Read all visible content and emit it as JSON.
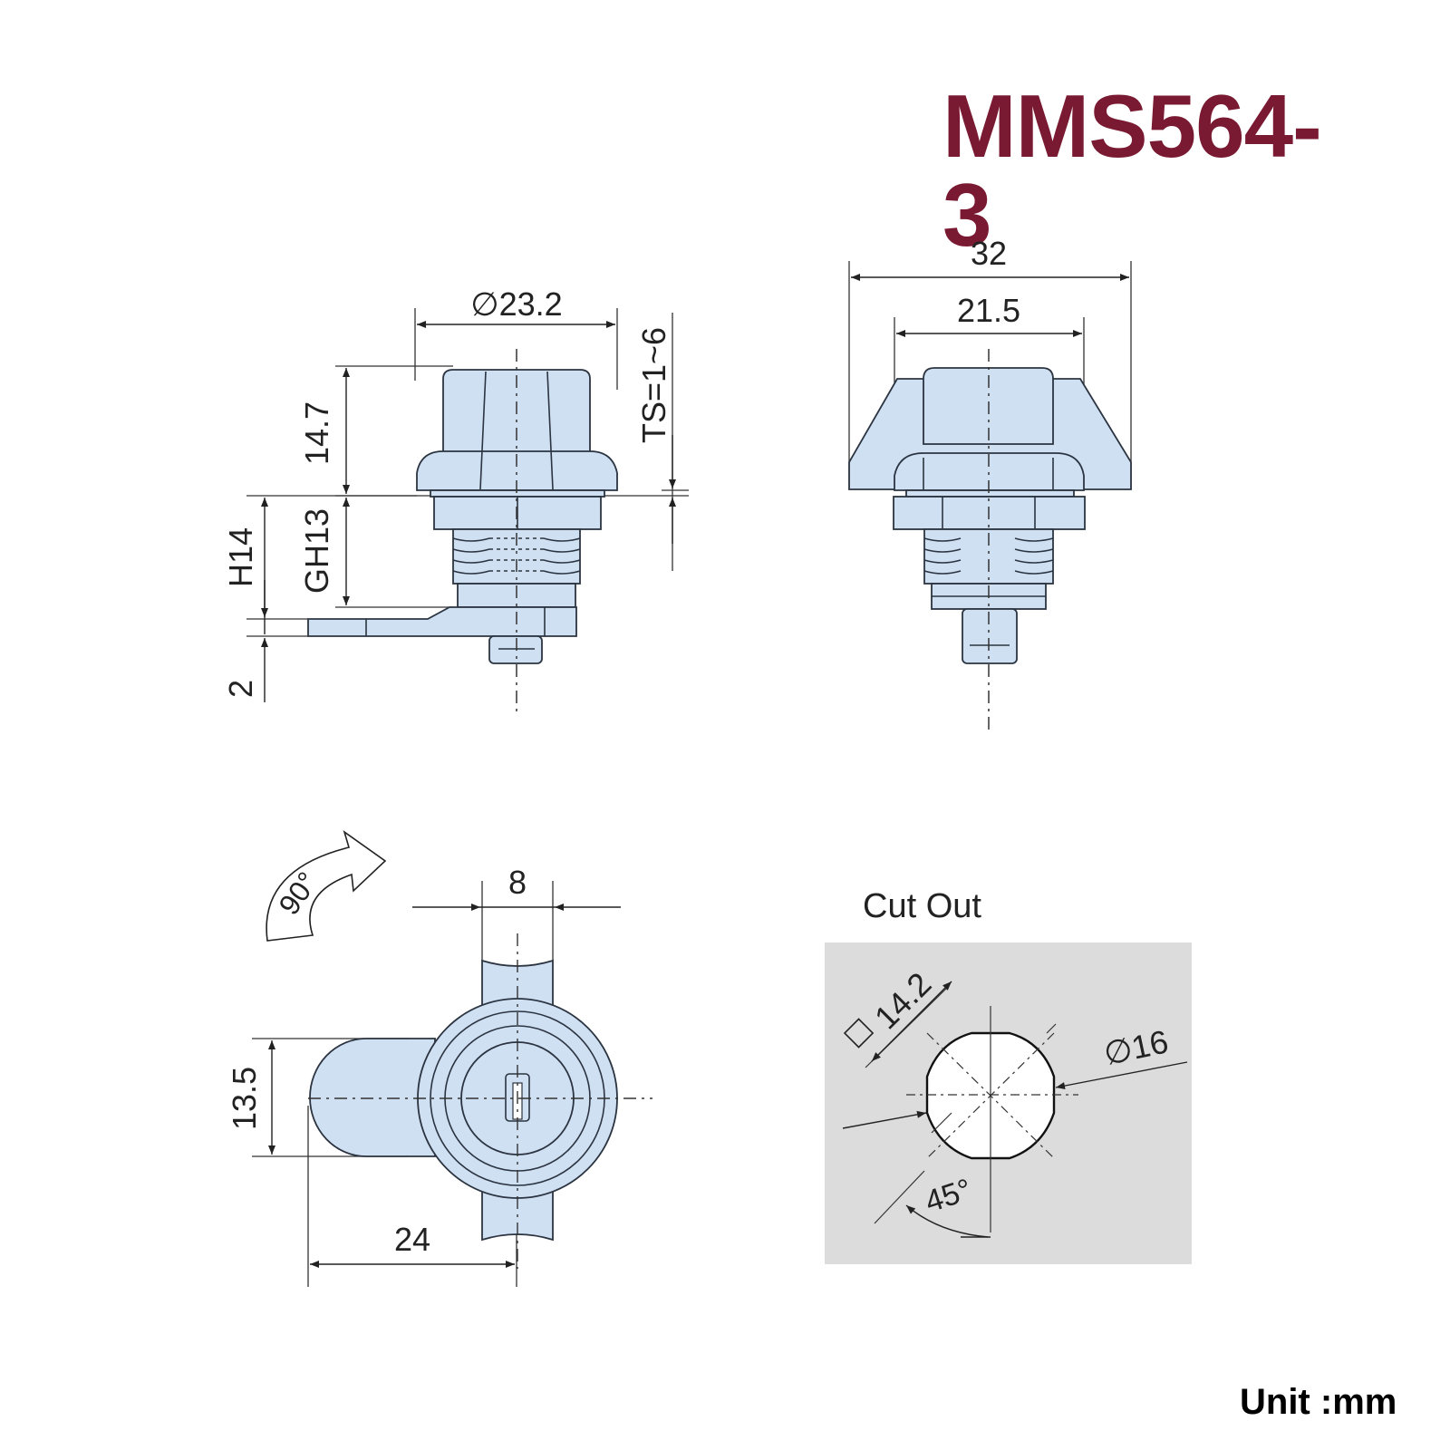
{
  "title": "MMS564-3",
  "unit_label": "Unit :mm",
  "colors": {
    "title": "#7a1a32",
    "part_fill": "#cfe0f3",
    "part_stroke": "#2b3440",
    "cutout_bg": "#dcdcdc",
    "cutout_hole": "#ffffff"
  },
  "side_view": {
    "diameter_label": "∅23.2",
    "height_label": "14.7",
    "ts_label": "TS=1~6",
    "gh_label": "GH13",
    "h_label": "H14",
    "cam_thickness_label": "2"
  },
  "front_view": {
    "width_outer_label": "32",
    "width_inner_label": "21.5"
  },
  "top_view": {
    "rotation_label": "90°",
    "key_width_label": "8",
    "cam_width_label": "13.5",
    "cam_length_label": "24"
  },
  "cutout": {
    "heading": "Cut Out",
    "square_label": "14.2",
    "diameter_label": "∅16",
    "angle_label": "45°"
  }
}
